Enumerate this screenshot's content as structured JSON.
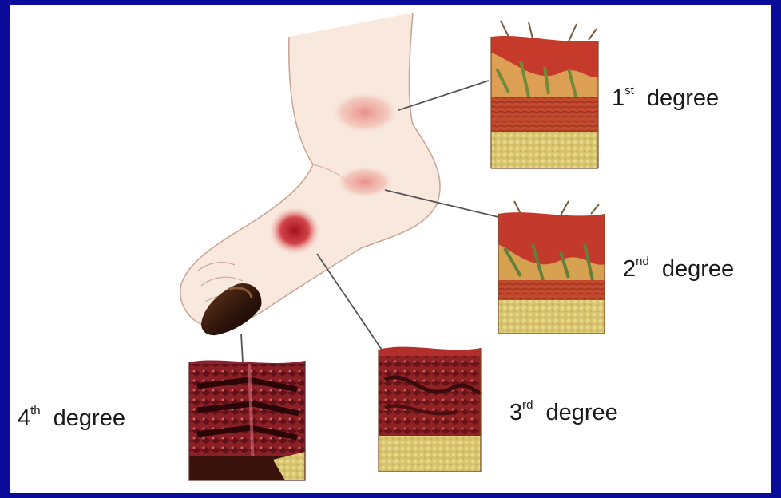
{
  "labels": {
    "first": {
      "number": "1",
      "suffix": "st",
      "word": "degree"
    },
    "second": {
      "number": "2",
      "suffix": "nd",
      "word": "degree"
    },
    "third": {
      "number": "3",
      "suffix": "rd",
      "word": "degree"
    },
    "fourth": {
      "number": "4",
      "suffix": "th",
      "word": "degree"
    }
  },
  "colors": {
    "frame": "#0b0b9a",
    "background": "#ffffff",
    "skin": "#f7e6dc",
    "burn_red": "#b8242a",
    "dermis": "#c8452f",
    "fat_layer": "#d9c470",
    "char": "#3b1a0c"
  }
}
